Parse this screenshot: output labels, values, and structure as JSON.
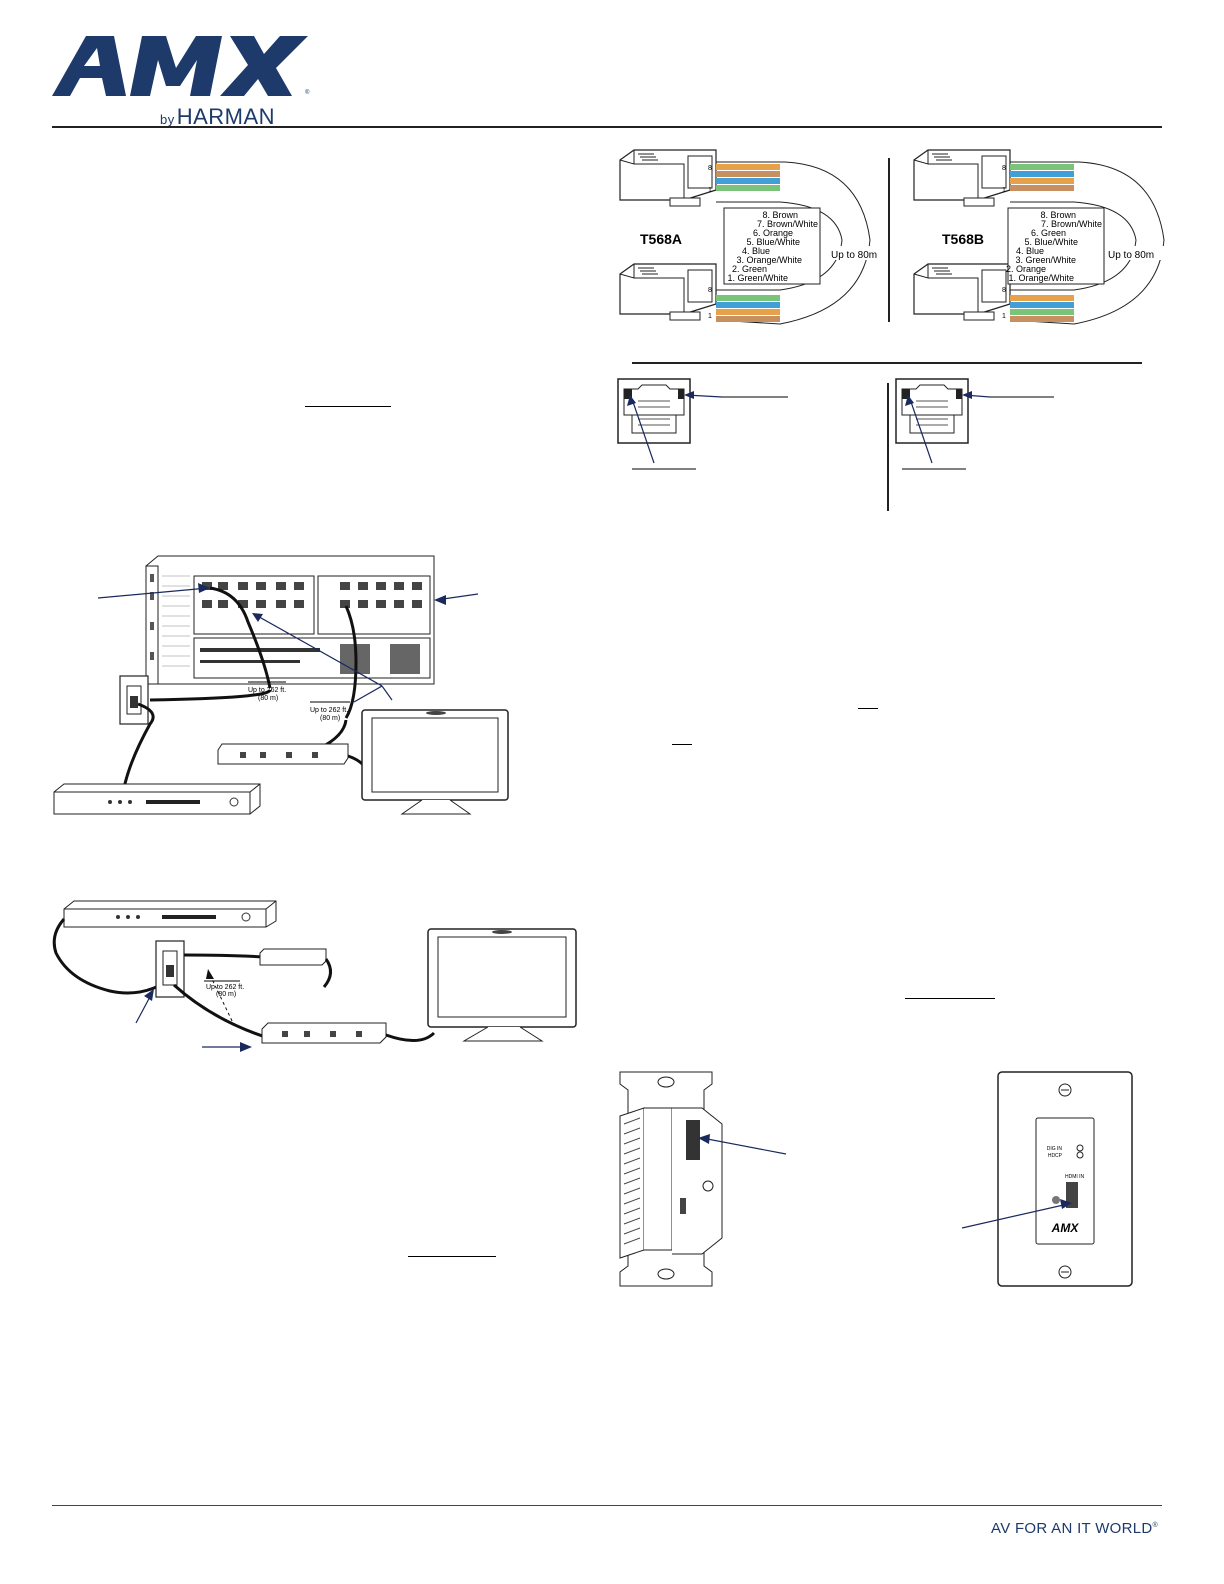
{
  "header": {
    "logo_text": "AMX",
    "logo_by": "by",
    "logo_brand": "HARMAN"
  },
  "footer": {
    "tagline": "AV FOR AN IT WORLD",
    "tagline_mark": "®"
  },
  "wiring": {
    "t568a": {
      "title": "T568A",
      "pins": [
        "8. Brown",
        "7. Brown/White",
        "6. Orange",
        "5. Blue/White",
        "4. Blue",
        "3. Orange/White",
        "2. Green",
        "1. Green/White"
      ],
      "length": "Up to 80m",
      "pin_hi": "8",
      "pin_lo": "1"
    },
    "t568b": {
      "title": "T568B",
      "pins": [
        "8. Brown",
        "7. Brown/White",
        "6. Green",
        "5. Blue/White",
        "4. Blue",
        "3. Green/White",
        "2. Orange",
        "1. Orange/White"
      ],
      "length": "Up to 80m",
      "pin_hi": "8",
      "pin_lo": "1"
    }
  },
  "diagram1": {
    "len1": "Up to 262 ft.",
    "len1b": "(80 m)",
    "len2": "Up to 262 ft.",
    "len2b": "(80 m)"
  },
  "diagram2": {
    "len": "Up to 262 ft.",
    "lenb": "(80 m)"
  },
  "faceplate": {
    "led1": "DIG IN",
    "led2": "HDCP",
    "port": "HDMI IN",
    "logo": "AMX"
  },
  "colors": {
    "brand": "#1d3a6b",
    "arrow": "#1a2a5e"
  }
}
